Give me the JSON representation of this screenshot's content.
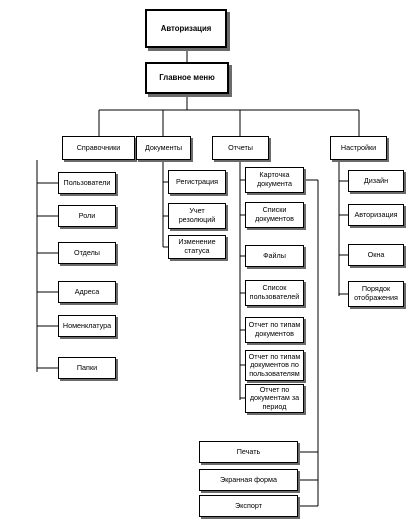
{
  "root": {
    "auth": "Авторизация",
    "main_menu": "Главное меню"
  },
  "categories": {
    "references": "Справочники",
    "documents": "Документы",
    "reports": "Отчеты",
    "settings": "Настройки"
  },
  "references": [
    "Пользователи",
    "Роли",
    "Отделы",
    "Адреса",
    "Номенклатура",
    "Папки"
  ],
  "documents": [
    "Регистрация",
    "Учет\nрезолюций",
    "Изменение\nстатуса"
  ],
  "reports": [
    "Карточка\nдокумента",
    "Списки\nдокументов",
    "Файлы",
    "Список\nпользователей",
    "Отчет по типам\nдокументов",
    "Отчет по типам\nдокументов по\nпользователям",
    "Отчет по\nдокументам за\nпериод"
  ],
  "settings": [
    "Дизайн",
    "Авторизация",
    "Окна",
    "Порядок\nотображения"
  ],
  "outputs": [
    "Печать",
    "Экранная форма",
    "Экспорт"
  ]
}
